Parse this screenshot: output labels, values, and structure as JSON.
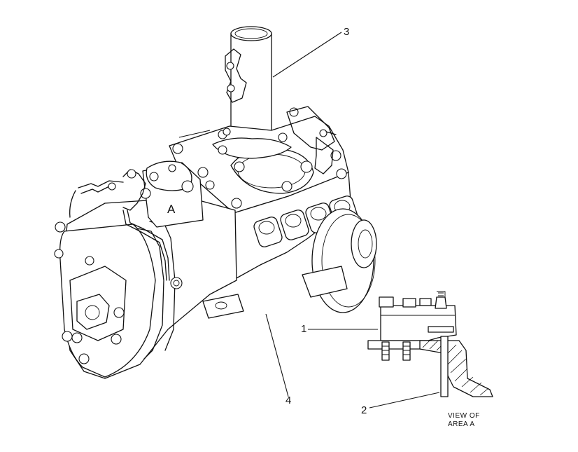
{
  "callouts": {
    "c1": "1",
    "c2": "2",
    "c3": "3",
    "c4": "4"
  },
  "area_label": "A",
  "caption": {
    "line1": "VIEW OF",
    "line2": "AREA  A"
  }
}
